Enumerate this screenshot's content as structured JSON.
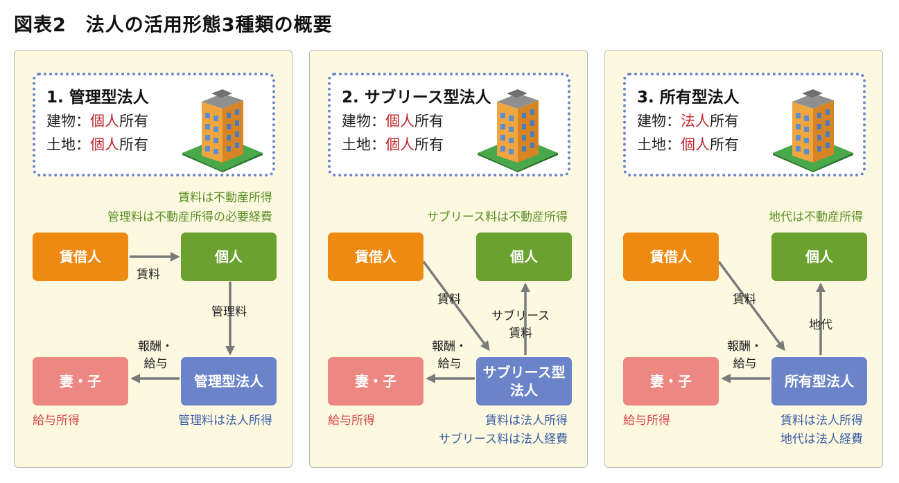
{
  "title": "図表2　法人の活用形態3種類の概要",
  "panels": [
    {
      "heading": "1. 管理型法人",
      "building_prefix": "建物：",
      "building_owner": "個人",
      "building_suffix": "所有",
      "land_prefix": "土地：",
      "land_owner": "個人",
      "land_suffix": "所有",
      "note1": "賃料は不動産所得",
      "note2": "管理料は不動産所得の必要経費",
      "tenant": "賃借人",
      "individual": "個人",
      "family": "妻・子",
      "corp": "管理型法人",
      "flow_rent": "賃料",
      "flow_fee": "管理料",
      "flow_salary_1": "報酬・",
      "flow_salary_2": "給与",
      "foot_left": "給与所得",
      "foot_right_1": "管理料は法人所得",
      "foot_right_2": ""
    },
    {
      "heading": "2. サブリース型法人",
      "building_prefix": "建物：",
      "building_owner": "個人",
      "building_suffix": "所有",
      "land_prefix": "土地：",
      "land_owner": "個人",
      "land_suffix": "所有",
      "note1": "",
      "note2": "サブリース料は不動産所得",
      "tenant": "賃借人",
      "individual": "個人",
      "family": "妻・子",
      "corp_1": "サブリース型",
      "corp_2": "法人",
      "flow_rent": "賃料",
      "flow_up_1": "サブリース",
      "flow_up_2": "賃料",
      "flow_salary_1": "報酬・",
      "flow_salary_2": "給与",
      "foot_left": "給与所得",
      "foot_right_1": "賃料は法人所得",
      "foot_right_2": "サブリース料は法人経費"
    },
    {
      "heading": "3. 所有型法人",
      "building_prefix": "建物：",
      "building_owner": "法人",
      "building_suffix": "所有",
      "land_prefix": "土地：",
      "land_owner": "個人",
      "land_suffix": "所有",
      "note1": "",
      "note2": "地代は不動産所得",
      "tenant": "賃借人",
      "individual": "個人",
      "family": "妻・子",
      "corp": "所有型法人",
      "flow_rent": "賃料",
      "flow_up": "地代",
      "flow_salary_1": "報酬・",
      "flow_salary_2": "給与",
      "foot_left": "給与所得",
      "foot_right_1": "賃料は法人所得",
      "foot_right_2": "地代は法人経費"
    }
  ],
  "colors": {
    "tenant": "#ee8a12",
    "individual": "#6aa12f",
    "family": "#ec8782",
    "corp": "#6b83c8",
    "owner_red": "#c0272d",
    "note_green": "#5a8f25",
    "note_blue": "#3e60a8",
    "note_pink": "#d8484e",
    "panel_bg": "#fdf9e0",
    "info_border": "#6b83c0",
    "arrow": "#7a7a7a"
  }
}
